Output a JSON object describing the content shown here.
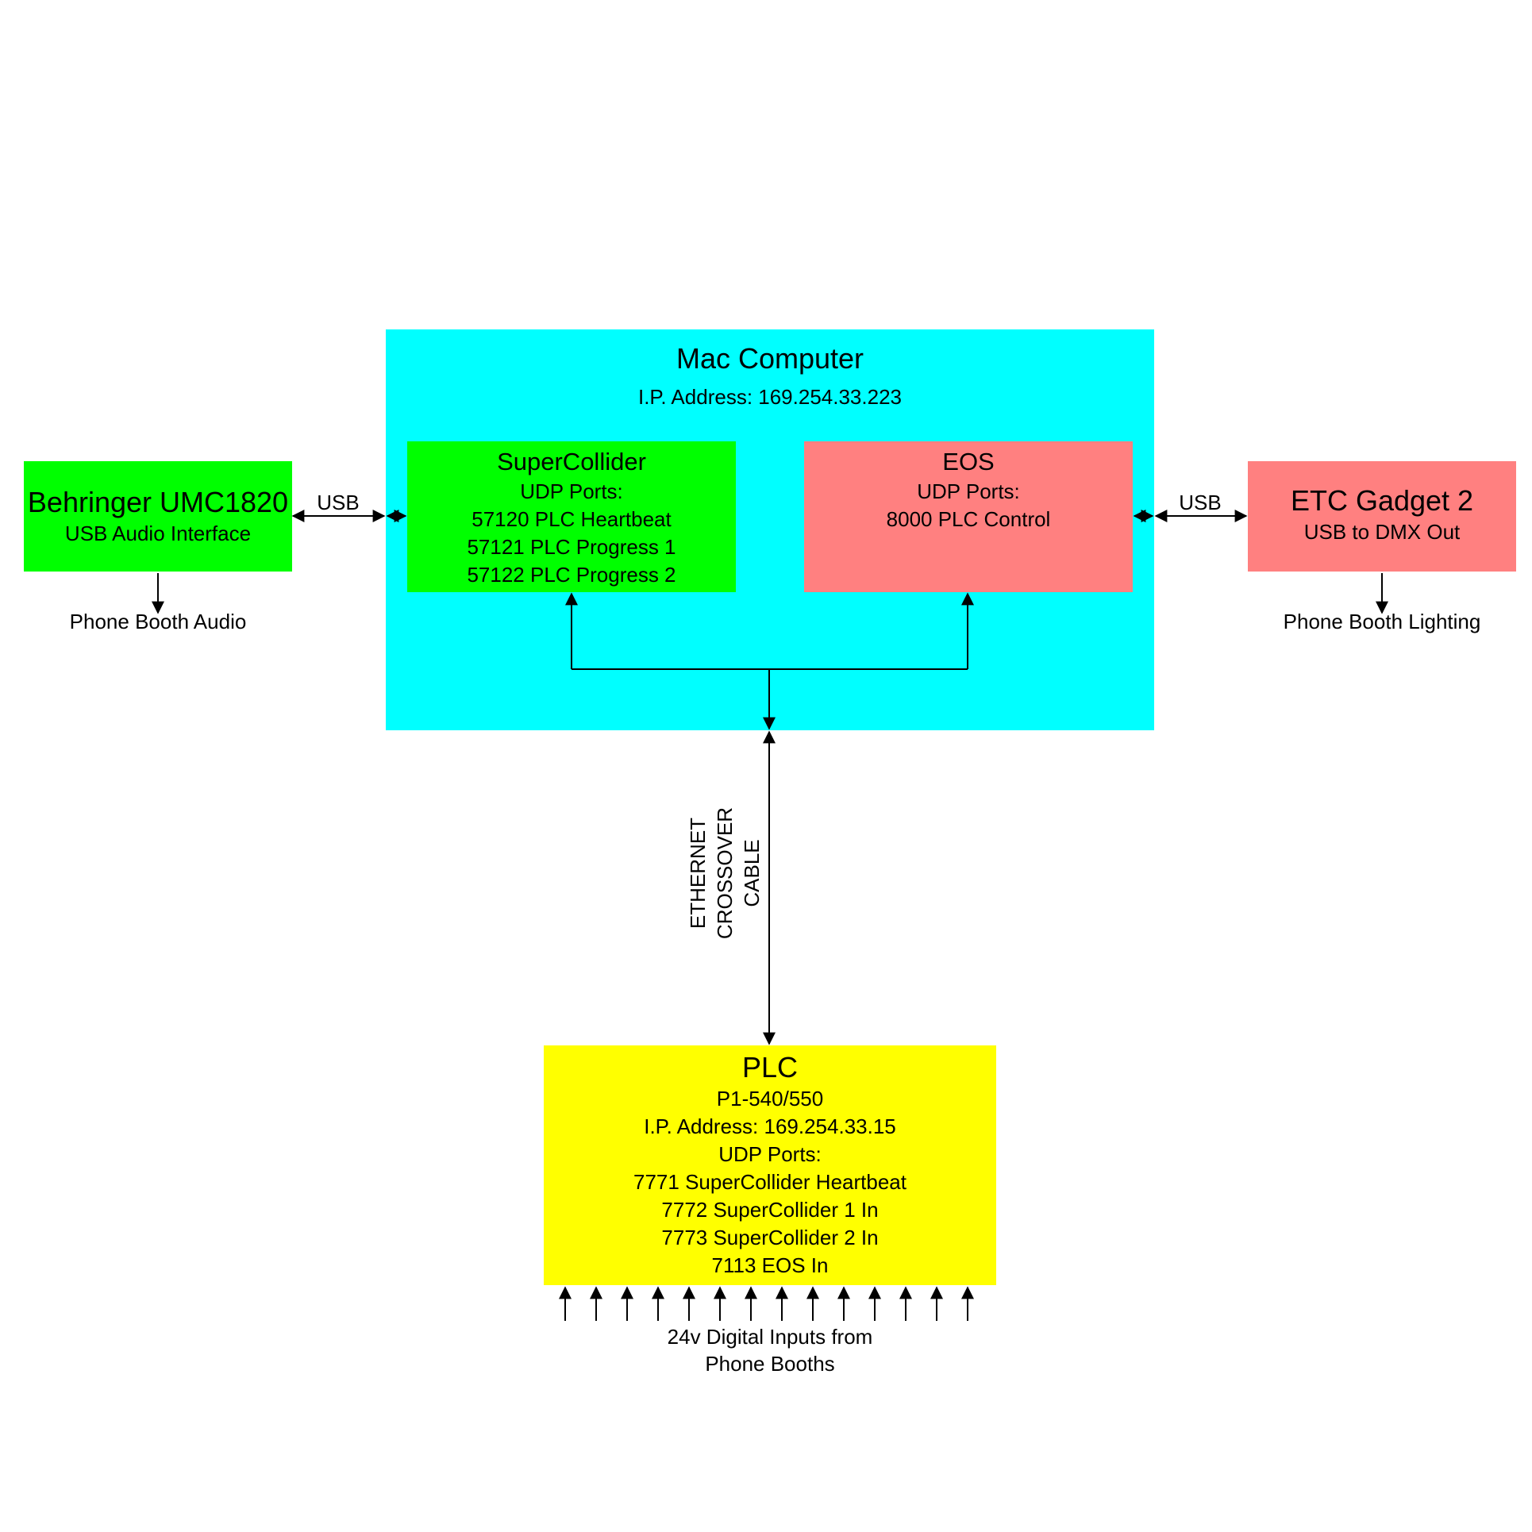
{
  "colors": {
    "mac": "#00ffff",
    "green": "#00ff00",
    "salmon": "#ff8080",
    "yellow": "#ffff00",
    "line": "#000000"
  },
  "mac": {
    "title": "Mac Computer",
    "ip": "I.P. Address: 169.254.33.223"
  },
  "supercollider": {
    "title": "SuperCollider",
    "lines": [
      "UDP Ports:",
      "57120 PLC Heartbeat",
      "57121 PLC Progress 1",
      "57122 PLC Progress 2"
    ]
  },
  "eos": {
    "title": "EOS",
    "lines": [
      "UDP Ports:",
      "8000 PLC Control"
    ]
  },
  "behringer": {
    "title": "Behringer UMC1820",
    "subtitle": "USB Audio Interface",
    "output": "Phone Booth Audio",
    "link": "USB"
  },
  "gadget": {
    "title": "ETC Gadget 2",
    "subtitle": "USB to DMX Out",
    "output": "Phone Booth Lighting",
    "link": "USB"
  },
  "cable": {
    "lines": [
      "ETHERNET",
      "CROSSOVER",
      "CABLE"
    ]
  },
  "plc": {
    "title": "PLC",
    "lines": [
      "P1-540/550",
      "I.P. Address: 169.254.33.15",
      "UDP Ports:",
      "7771 SuperCollider Heartbeat",
      "7772 SuperCollider 1 In",
      "7773 SuperCollider 2 In",
      "7113 EOS In"
    ],
    "inputs_label": [
      "24v Digital Inputs from",
      "Phone Booths"
    ],
    "input_count": 14
  }
}
